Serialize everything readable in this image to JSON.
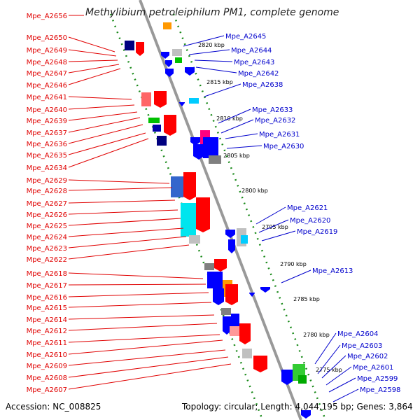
{
  "title": "Methylibium petroleiphilum PM1, complete genome",
  "footer": {
    "accession": "Accession: NC_008825",
    "info": "Topology: circular; Length: 4,044,195 bp; Genes: 3,864"
  },
  "colors": {
    "forward_label": "#e00000",
    "reverse_label": "#0000cc",
    "backbone": "#999999",
    "ticks": "#1a8a1a"
  },
  "scale": {
    "ticks": [
      "2775 kbp",
      "2780 kbp",
      "2785 kbp",
      "2790 kbp",
      "2795 kbp",
      "2800 kbp",
      "2805 kbp",
      "2810 kbp",
      "2815 kbp",
      "2820 kbp"
    ]
  },
  "genes_forward": [
    "Mpe_A2656",
    "Mpe_A2650",
    "Mpe_A2649",
    "Mpe_A2648",
    "Mpe_A2647",
    "Mpe_A2646",
    "Mpe_A2641",
    "Mpe_A2640",
    "Mpe_A2639",
    "Mpe_A2637",
    "Mpe_A2636",
    "Mpe_A2635",
    "Mpe_A2634",
    "Mpe_A2629",
    "Mpe_A2628",
    "Mpe_A2627",
    "Mpe_A2626",
    "Mpe_A2625",
    "Mpe_A2624",
    "Mpe_A2623",
    "Mpe_A2622",
    "Mpe_A2618",
    "Mpe_A2617",
    "Mpe_A2616",
    "Mpe_A2615",
    "Mpe_A2614",
    "Mpe_A2612",
    "Mpe_A2611",
    "Mpe_A2610",
    "Mpe_A2609",
    "Mpe_A2608",
    "Mpe_A2607"
  ],
  "genes_reverse": [
    "Mpe_A2645",
    "Mpe_A2644",
    "Mpe_A2643",
    "Mpe_A2642",
    "Mpe_A2638",
    "Mpe_A2633",
    "Mpe_A2632",
    "Mpe_A2631",
    "Mpe_A2630",
    "Mpe_A2621",
    "Mpe_A2620",
    "Mpe_A2619",
    "Mpe_A2613",
    "Mpe_A2604",
    "Mpe_A2603",
    "Mpe_A2602",
    "Mpe_A2601",
    "Mpe_A2599",
    "Mpe_A2598"
  ]
}
